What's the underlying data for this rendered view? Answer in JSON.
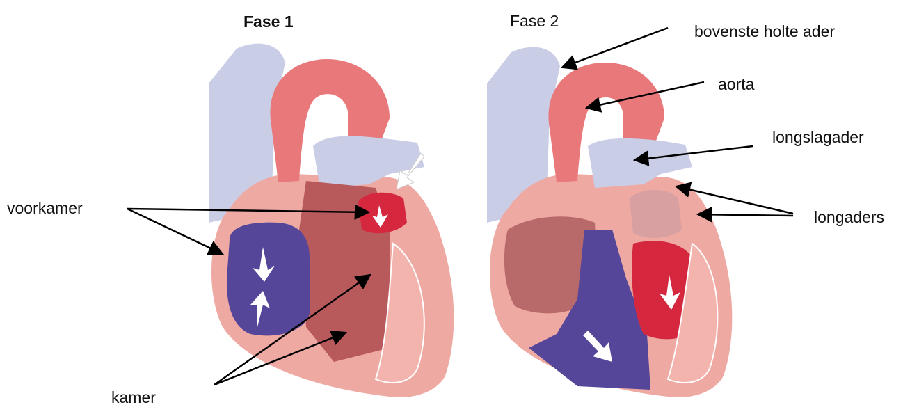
{
  "panels": [
    {
      "id": "phase1",
      "title": "Fase 1",
      "title_bold": true
    },
    {
      "id": "phase2",
      "title": "Fase 2",
      "title_bold": false
    }
  ],
  "labels": {
    "bovenste_holte_ader": "bovenste holte ader",
    "aorta": "aorta",
    "longslagader": "longslagader",
    "longaders": "longaders",
    "voorkamer": "voorkamer",
    "kamer": "kamer"
  },
  "colors": {
    "vein_blue": "#c9cde6",
    "aorta_red": "#e9787a",
    "heart_wall": "#efa9a3",
    "muscle": "#b85a5c",
    "deoxy_blood": "#55469a",
    "oxy_blood": "#d5283f",
    "arrow": "#000000",
    "flow_arrow": "#ffffff"
  }
}
